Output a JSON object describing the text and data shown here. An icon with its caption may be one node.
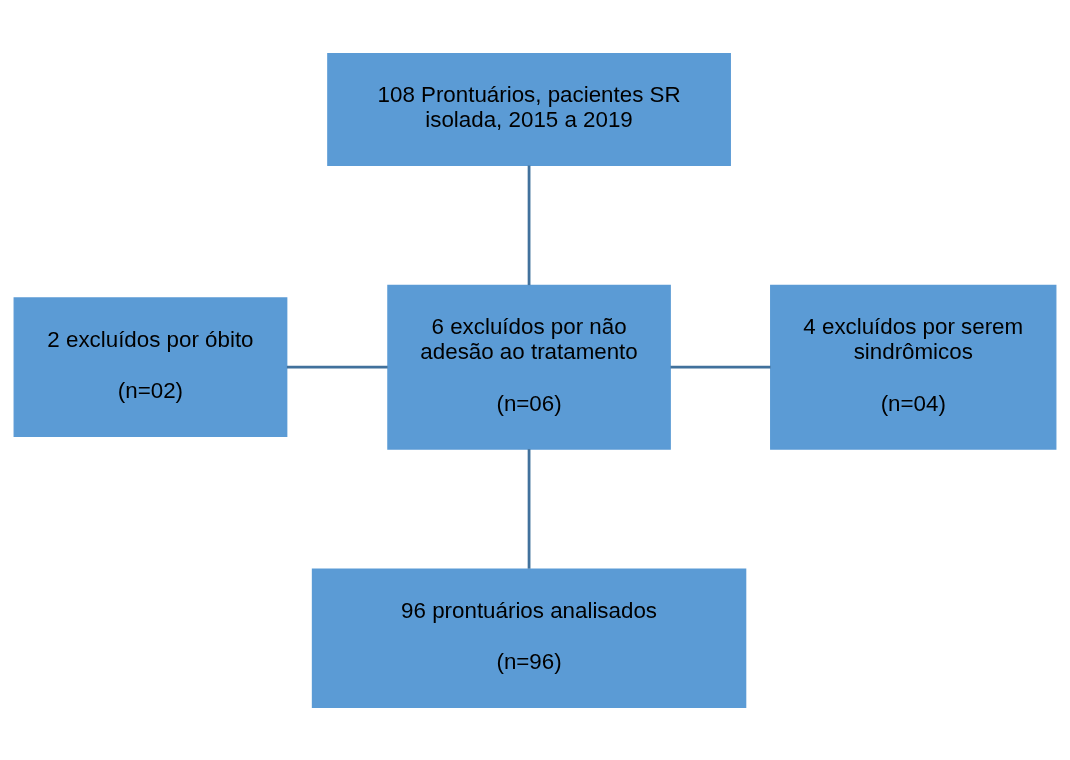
{
  "diagram": {
    "nodes": [
      {
        "text": [
          "108 Prontuários, pacientes SR isolada, 2015 a 2019"
        ]
      },
      {
        "text": [
          "2 excluídos por óbito",
          "(n=02)"
        ]
      },
      {
        "text": [
          "6 excluídos por não adesão ao tratamento",
          "(n=06)"
        ]
      },
      {
        "text": [
          "4 excluídos por serem sindrômicos",
          "(n=04)"
        ]
      },
      {
        "text": [
          "96 prontuários analisados",
          "(n=96)"
        ]
      }
    ],
    "edges": [
      {
        "from": 0,
        "to": 2,
        "arrow": "none"
      },
      {
        "from": 1,
        "to": 2,
        "arrow": "none"
      },
      {
        "from": 2,
        "to": 3,
        "arrow": "none"
      },
      {
        "from": 2,
        "to": 4,
        "arrow": "none"
      }
    ]
  }
}
